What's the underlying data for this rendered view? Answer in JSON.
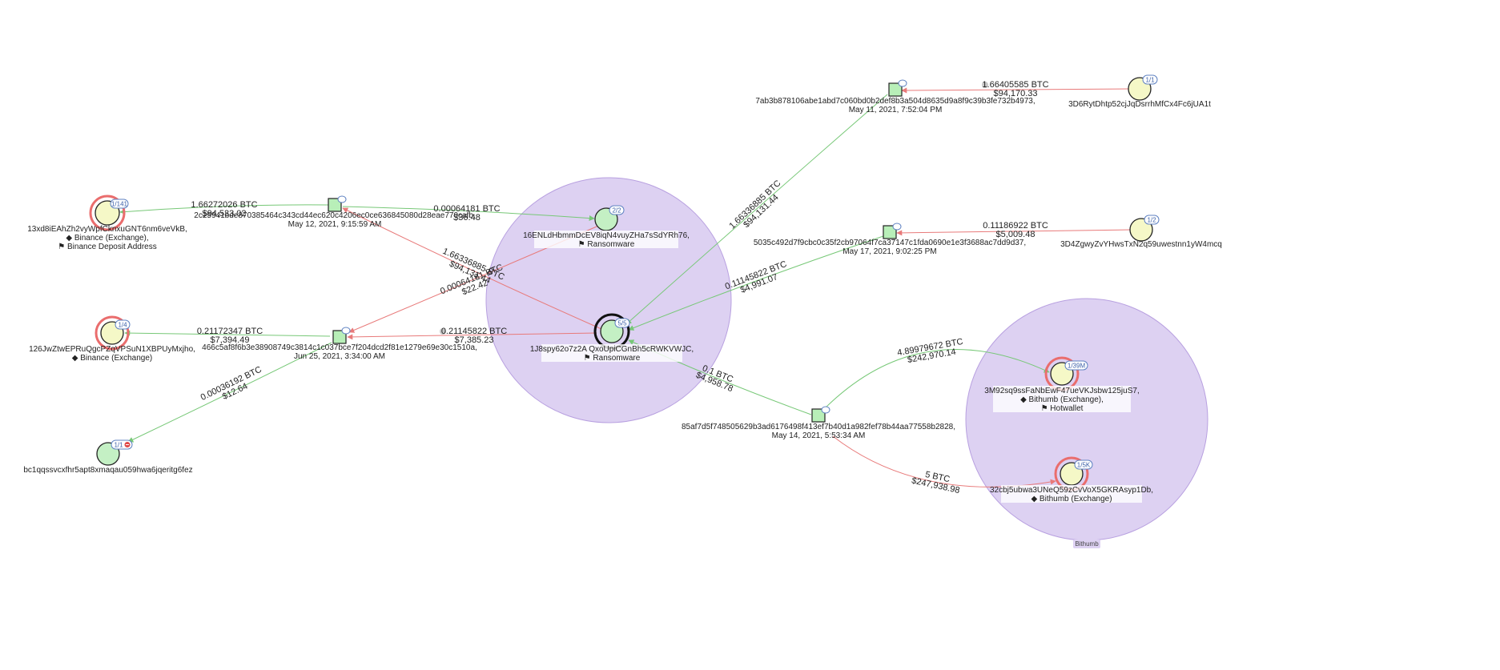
{
  "colors": {
    "inflow": "#77c877",
    "outflow": "#e87a7a",
    "cluster_fill": "#ddd1f2",
    "cluster_stroke": "#b8a0e0",
    "address_fill": "#f5f8c7",
    "tx_fill": "#b8efb8",
    "ransom_fill": "#c4f0c4",
    "exchange_ring": "#ea6d6d",
    "badge_stroke": "#5f82c2"
  },
  "cluster": {
    "label": "Bithumb"
  },
  "nodes": {
    "a_13xd8": {
      "label_lines": [
        "13xd8iEAhZh2vyWpfCknxuGNT6nm6veVkB,",
        "◆ Binance (Exchange),",
        "⚑ Binance Deposit Address"
      ],
      "badge": "1/141",
      "icon": "circle-address-icon"
    },
    "a_126jw": {
      "label_lines": [
        "126JwZtwEPRuQgcPZqVPSuN1XBPUyMxjho,",
        "◆ Binance (Exchange)"
      ],
      "badge": "1/4",
      "icon": "circle-address-icon"
    },
    "a_bc1q": {
      "label_lines": [
        "bc1qqssvcxfhr5apt8xmaqau059hwa6jqeritg6fez"
      ],
      "badge": "1/1",
      "icon": "circle-address-icon"
    },
    "tx_2c25": {
      "label_lines": [
        "2c25941bde870385464c343cd44ec620c4206ec0ce636845080d28eae770cafb,",
        "May 12, 2021, 9:15:59 AM"
      ],
      "icon": "transaction-square-icon"
    },
    "tx_466c": {
      "label_lines": [
        "466c5af8f6b3e38908749c3814c1c037bce7f204dcd2f81e1279e69e30c1510a,",
        "Jun 25, 2021, 3:34:00 AM"
      ],
      "icon": "transaction-square-icon"
    },
    "a_16en": {
      "label_lines": [
        "16ENLdHbmmDcEV8iqN4vuyZHa7sSdYRh76,",
        "⚑ Ransomware"
      ],
      "badge": "2/2",
      "icon": "circle-address-icon"
    },
    "a_1j8s": {
      "label_lines": [
        "1J8spy62o7z2A QxoUpiCGnBh5cRWKVWJC,",
        "⚑ Ransomware"
      ],
      "badge": "5/5",
      "icon": "circle-address-icon"
    },
    "tx_7ab3": {
      "label_lines": [
        "7ab3b878106abe1abd7c060bd0b2def8b3a504d8635d9a8f9c39b3fe732b4973,",
        "May 11, 2021, 7:52:04 PM"
      ],
      "icon": "transaction-square-icon"
    },
    "a_3d6r": {
      "label_lines": [
        "3D6RytDhtp52cjJqDsrrhMfCx4Fc6jUA1t"
      ],
      "badge": "1/1",
      "icon": "circle-address-icon"
    },
    "tx_5035": {
      "label_lines": [
        "5035c492d7f9cbc0c35f2cb97064f7ca37147c1fda0690e1e3f3688ac7dd9d37,",
        "May 17, 2021, 9:02:25 PM"
      ],
      "icon": "transaction-square-icon"
    },
    "a_3d4z": {
      "label_lines": [
        "3D4ZgwyZvYHwsTxN2q59uwestnn1yW4mcq"
      ],
      "badge": "1/2",
      "icon": "circle-address-icon"
    },
    "tx_85af": {
      "label_lines": [
        "85af7d5f748505629b3ad6176498f413ef7b40d1a982fef78b44aa77558b2828,",
        "May 14, 2021, 5:53:34 AM"
      ],
      "icon": "transaction-square-icon"
    },
    "a_3m92": {
      "label_lines": [
        "3M92sq9ssFaNbEwF47ueVKJsbw125juS7,",
        "◆ Bithumb (Exchange),",
        "⚑ Hotwallet"
      ],
      "badge": "1/39M",
      "icon": "circle-address-icon"
    },
    "a_32cb": {
      "label_lines": [
        "32cbj5ubwa3UNeQ59zCvVoX5GKRAsyp1Db,",
        "◆ Bithumb (Exchange)"
      ],
      "badge": "1/5K",
      "icon": "circle-address-icon"
    }
  },
  "edges": {
    "e1": {
      "btc": "1.66272026 BTC",
      "usd": "$94,533.02"
    },
    "e2": {
      "btc": "0.00064181 BTC",
      "usd": "$36.48"
    },
    "e3": {
      "btc": "1.66336885 BTC",
      "usd": "$94,131.44"
    },
    "e4": {
      "btc": "0.00064181 BTC",
      "usd": "$22.42"
    },
    "e5": {
      "btc": "0.21172347 BTC",
      "usd": "$7,394.49"
    },
    "e6": {
      "btc": "0.21145822 BTC",
      "usd": "$7,385.23"
    },
    "e7": {
      "btc": "0.00036192 BTC",
      "usd": "$12.64"
    },
    "e8": {
      "btc": "1.66336885 BTC",
      "usd": "$94,131.44"
    },
    "e9": {
      "btc": "1.66405585 BTC",
      "usd": "$94,170.33"
    },
    "e10": {
      "btc": "0.11145822 BTC",
      "usd": "$4,991.07"
    },
    "e11": {
      "btc": "0.11186922 BTC",
      "usd": "$5,009.48"
    },
    "e12": {
      "btc": "0.1 BTC",
      "usd": "$4,958.78"
    },
    "e13": {
      "btc": "4.89979672 BTC",
      "usd": "$242,970.14"
    },
    "e14": {
      "btc": "5 BTC",
      "usd": "$247,938.98"
    }
  }
}
